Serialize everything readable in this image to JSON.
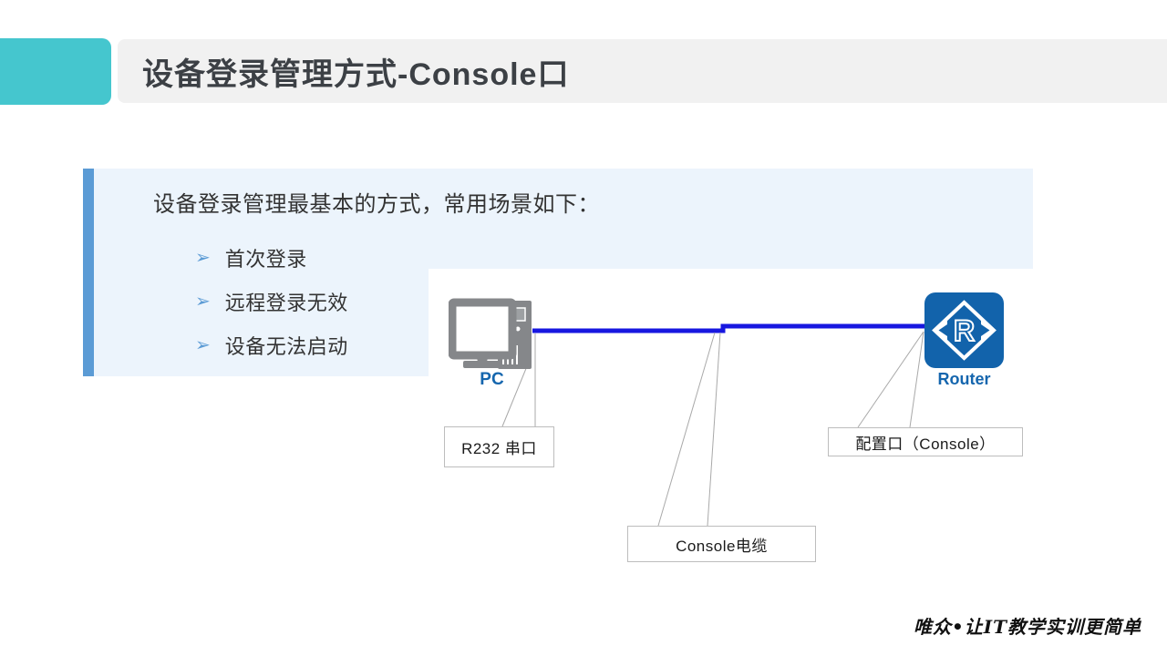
{
  "header": {
    "title": "设备登录管理方式-Console口"
  },
  "content": {
    "intro": "设备登录管理最基本的方式，常用场景如下：",
    "bullet_marker": "➢",
    "bullets": [
      "首次登录",
      "远程登录无效",
      "设备无法启动"
    ]
  },
  "diagram": {
    "pc_label": "PC",
    "router_label": "Router",
    "router_letter": "R",
    "callouts": {
      "serial": "R232 串口",
      "cable": "Console电缆",
      "console_port": "配置口（Console）"
    }
  },
  "footer": {
    "brand": "唯众•让IT教学实训更简单"
  },
  "colors": {
    "teal_block": "#45c6ce",
    "header_bg": "#f1f1f1",
    "title_text": "#3c4045",
    "panel_bg": "#ecf4fc",
    "accent_blue": "#5b9bd5",
    "cable_blue": "#1717e0",
    "router_blue": "#1263ab",
    "pc_icon_gray": "#85878a",
    "device_label_blue": "#1566ae",
    "callout_border": "#bdbdbd",
    "callout_line": "#a9a9a9"
  }
}
